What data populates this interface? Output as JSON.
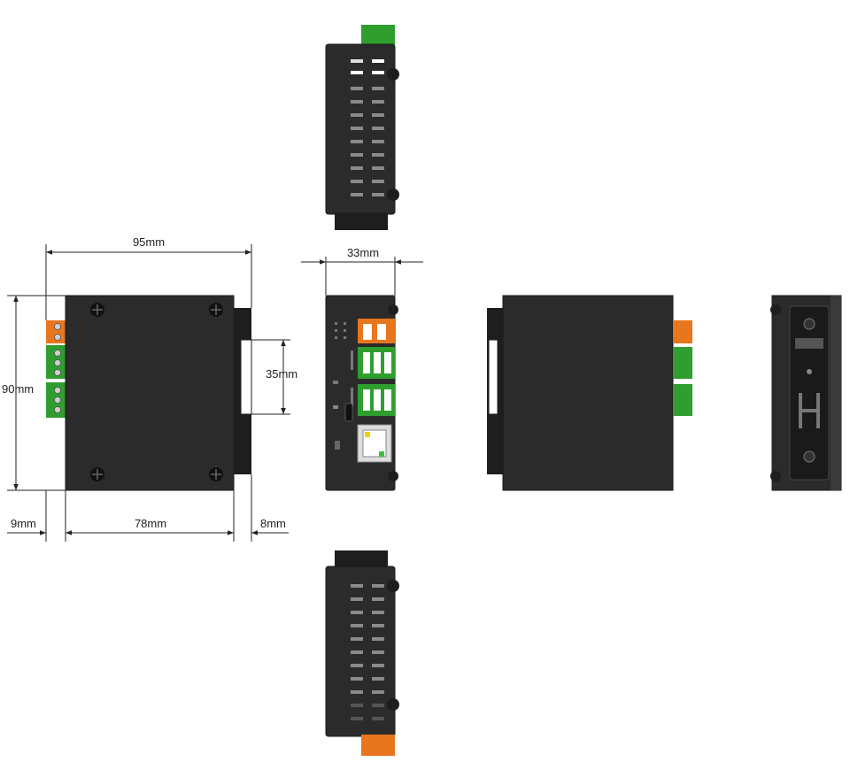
{
  "colors": {
    "body": "#2b2b2b",
    "body_edge": "#1a1a1a",
    "green": "#2f9e2f",
    "orange": "#e8761e",
    "vent": "#8a8a8a",
    "dim_line": "#222222"
  },
  "dimensions": {
    "width_total": "95mm",
    "height": "90mm",
    "body_width": "78mm",
    "left_terminal": "9mm",
    "right_rail": "8mm",
    "rail_height": "35mm",
    "depth": "33mm"
  },
  "views": [
    "top-view",
    "front-view",
    "front-panel-view",
    "side-view",
    "rail-clip-view",
    "bottom-view"
  ]
}
